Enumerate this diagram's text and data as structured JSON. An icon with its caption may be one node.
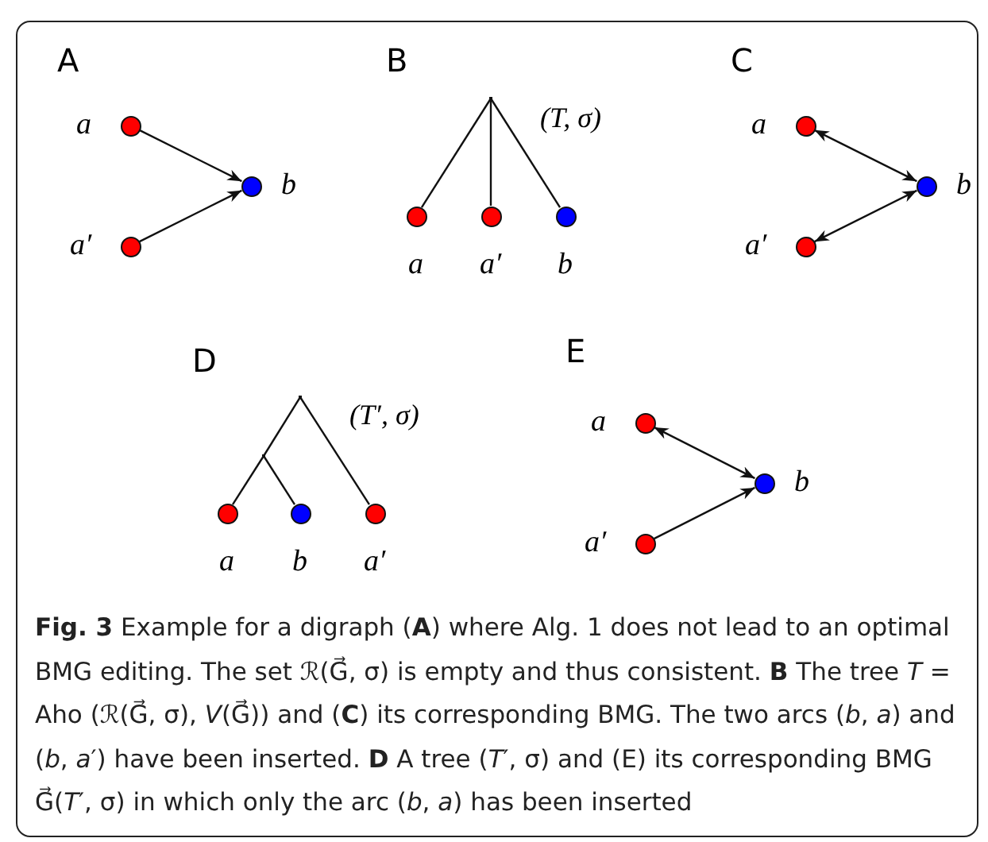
{
  "diagram": {
    "caption": "**Fig. 3** Example for a digraph (**A**) where Alg. 1 does not lead to an optimal BMG editing. The set ℛ(G⃗, σ) is empty and thus consistent. **B** The tree *T* = Aho (ℛ(G⃗, σ), *V*(G⃗)) and (**C**) its corresponding BMG. The two arcs (*b*, *a*) and (*b*, *a*′) have been inserted. **D** A tree (*T*′, σ) and (E) its corresponding BMG G⃗(*T*′, σ) in which only the arc (*b*, *a*) has been inserted",
    "nodes": [
      {
        "text": [],
        "shape": "circle",
        "beside": [
          "a"
        ]
      },
      {
        "text": [],
        "shape": "circle",
        "beside": [
          "a′"
        ]
      },
      {
        "text": [],
        "shape": "circle",
        "beside": [
          "b"
        ]
      },
      {
        "text": [],
        "shape": "point"
      },
      {
        "text": [],
        "shape": "circle",
        "beside": [
          "a"
        ]
      },
      {
        "text": [],
        "shape": "circle",
        "beside": [
          "a′"
        ]
      },
      {
        "text": [],
        "shape": "circle",
        "beside": [
          "b"
        ]
      },
      {
        "text": [],
        "shape": "circle",
        "beside": [
          "a"
        ]
      },
      {
        "text": [],
        "shape": "circle",
        "beside": [
          "a′"
        ]
      },
      {
        "text": [],
        "shape": "circle",
        "beside": [
          "b"
        ]
      },
      {
        "text": [],
        "shape": "point"
      },
      {
        "text": [],
        "shape": "point"
      },
      {
        "text": [],
        "shape": "circle",
        "beside": [
          "a"
        ]
      },
      {
        "text": [],
        "shape": "circle",
        "beside": [
          "b"
        ]
      },
      {
        "text": [],
        "shape": "circle",
        "beside": [
          "a′"
        ]
      },
      {
        "text": [],
        "shape": "circle",
        "beside": [
          "a"
        ]
      },
      {
        "text": [],
        "shape": "circle",
        "beside": [
          "a′"
        ]
      },
      {
        "text": [],
        "shape": "circle",
        "beside": [
          "b"
        ]
      }
    ],
    "edges": [
      {
        "from": 0,
        "to": 2,
        "arrow": "to"
      },
      {
        "from": 1,
        "to": 2,
        "arrow": "to"
      },
      {
        "from": 3,
        "to": 4,
        "arrow": "none"
      },
      {
        "from": 3,
        "to": 5,
        "arrow": "none"
      },
      {
        "from": 3,
        "to": 6,
        "arrow": "none"
      },
      {
        "from": 7,
        "to": 9,
        "arrow": "both"
      },
      {
        "from": 8,
        "to": 9,
        "arrow": "both"
      },
      {
        "from": 10,
        "to": 11,
        "arrow": "none"
      },
      {
        "from": 11,
        "to": 12,
        "arrow": "none"
      },
      {
        "from": 11,
        "to": 13,
        "arrow": "none"
      },
      {
        "from": 10,
        "to": 14,
        "arrow": "none"
      },
      {
        "from": 15,
        "to": 17,
        "arrow": "both"
      },
      {
        "from": 16,
        "to": 17,
        "arrow": "to"
      }
    ],
    "labels": [
      "A",
      "B",
      "C",
      "(T, σ)",
      "D",
      "(T′, σ)",
      "E"
    ]
  }
}
